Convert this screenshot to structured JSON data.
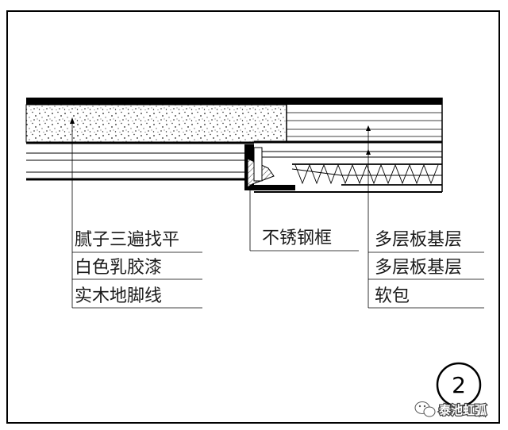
{
  "labels": {
    "left": [
      "腻子三遍找平",
      "白色乳胶漆",
      "实木地脚线"
    ],
    "middle": [
      "不锈钢框"
    ],
    "right": [
      "多层板基层",
      "多层板基层",
      "软包"
    ]
  },
  "detail_number": "2",
  "watermark": {
    "text": "泰池虹弧",
    "icon": "wechat-icon"
  },
  "colors": {
    "ink": "#1a1a1a",
    "frame": "#000000",
    "background": "#ffffff"
  }
}
